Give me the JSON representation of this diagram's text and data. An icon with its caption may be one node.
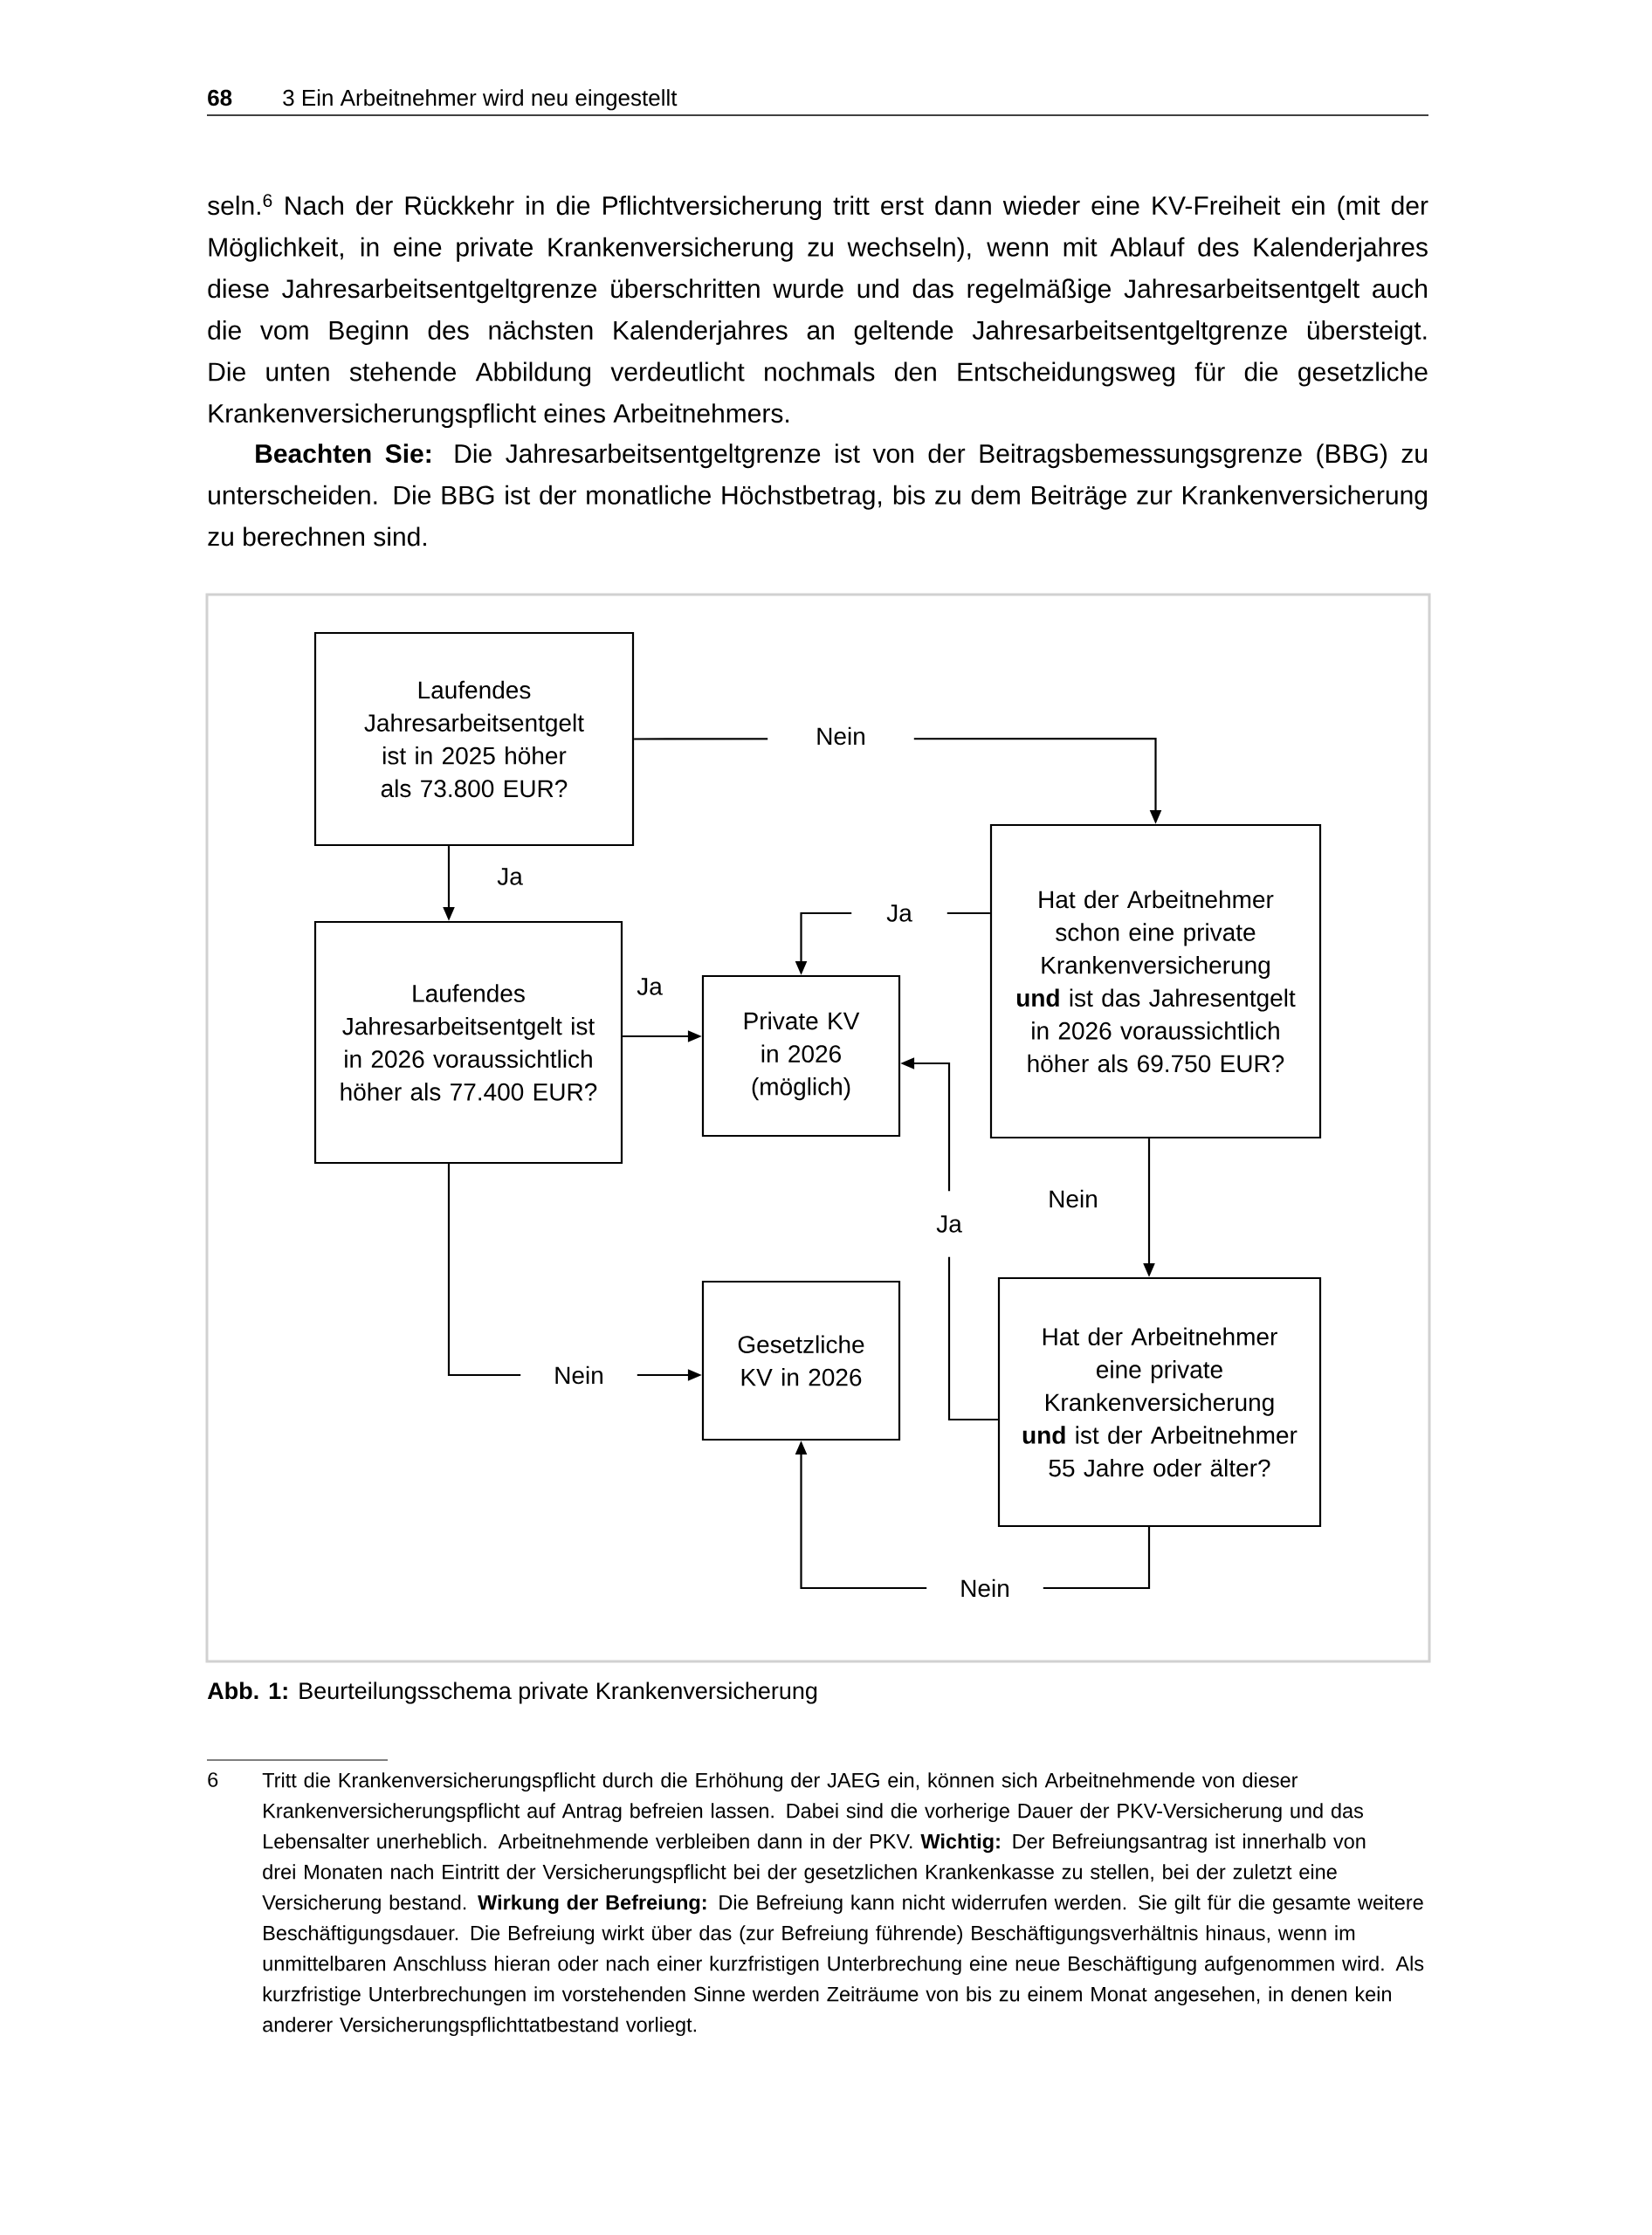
{
  "diagram": {
    "caption": "**Abb. 1:** Beurteilungsschema private Krankenversicherung",
    "nodes": [
      {
        "text": [
          "Laufendes Jahresarbeitsentgelt ist in 2025 höher als 73.800 EUR?"
        ]
      },
      {
        "text": [
          "Laufendes Jahresarbeitsentgelt ist in 2026 voraussichtlich höher als 77.400 EUR?"
        ]
      },
      {
        "text": [
          "Private KV in 2026 (möglich)"
        ]
      },
      {
        "text": [
          "Hat der Arbeitnehmer schon eine private Krankenversicherung **und** ist das Jahresentgelt in 2026 voraussichtlich höher als 69.750 EUR?"
        ]
      },
      {
        "text": [
          "Gesetzliche KV in 2026"
        ]
      },
      {
        "text": [
          "Hat der Arbeitnehmer eine private Krankenversicherung **und** ist der Arbeitnehmer 55 Jahre oder älter?"
        ]
      }
    ],
    "edges": [
      {
        "from": 0,
        "to": 3,
        "arrow": "to",
        "label": "Nein"
      },
      {
        "from": 0,
        "to": 1,
        "arrow": "to",
        "label": "Ja"
      },
      {
        "from": 1,
        "to": 2,
        "arrow": "to",
        "label": "Ja"
      },
      {
        "from": 3,
        "to": 2,
        "arrow": "to",
        "label": "Ja"
      },
      {
        "from": 3,
        "to": 5,
        "arrow": "to",
        "label": "Nein"
      },
      {
        "from": 5,
        "to": 2,
        "arrow": "to",
        "label": "Ja"
      },
      {
        "from": 1,
        "to": 4,
        "arrow": "to",
        "label": "Nein"
      },
      {
        "from": 5,
        "to": 4,
        "arrow": "to",
        "label": "Nein"
      }
    ],
    "labels": [
      "68",
      "3 Ein Arbeitnehmer wird neu eingestellt",
      "seln.$^{6}$ Nach der Rückkehr in die Pflichtversicherung tritt erst dann wieder eine KV-Freiheit ein (mit der Möglichkeit, in eine private Krankenversicherung zu wechseln), wenn mit Ablauf des Kalenderjahres diese Jahresarbeitsentgeltgrenze überschritten wurde und das regelmäßige Jahresarbeitsentgelt auch die vom Beginn des nächsten Kalenderjahres an geltende Jahresarbeitsentgeltgrenze übersteigt. Die unten stehende Abbildung verdeutlicht nochmals den Entscheidungsweg für die gesetzliche Krankenversicherungspflicht eines Arbeitnehmers.",
      "**Beachten Sie:** Die Jahresarbeitsentgeltgrenze ist von der Beitragsbemessungsgrenze (BBG) zu unterscheiden. Die BBG ist der monatliche Höchstbetrag, bis zu dem Beiträge zur Krankenversicherung zu berechnen sind.",
      "6",
      "Tritt die Krankenversicherungspflicht durch die Erhöhung der JAEG ein, können sich Arbeitnehmende von dieser Krankenversicherungspflicht auf Antrag befreien lassen. Dabei sind die vorherige Dauer der PKV-Versicherung und das Lebensalter unerheblich. Arbeitnehmende verbleiben dann in der PKV. **Wichtig:** Der Befreiungsantrag ist innerhalb von drei Monaten nach Eintritt der Versicherungspflicht bei der gesetzlichen Krankenkasse zu stellen, bei der zuletzt eine Versicherung bestand. **Wirkung der Befreiung:** Die Befreiung kann nicht widerrufen werden. Sie gilt für die gesamte weitere Beschäftigungsdauer. Die Befreiung wirkt über das (zur Befreiung führende) Beschäftigungsverhältnis hinaus, wenn im unmittelbaren Anschluss hieran oder nach einer kurzfristigen Unterbrechung eine neue Beschäftigung aufgenommen wird. Als kurzfristige Unterbrechungen im vorstehenden Sinne werden Zeiträume von bis zu einem Monat angesehen, in denen kein anderer Versicherungspflichttatbestand vorliegt."
    ]
  }
}
